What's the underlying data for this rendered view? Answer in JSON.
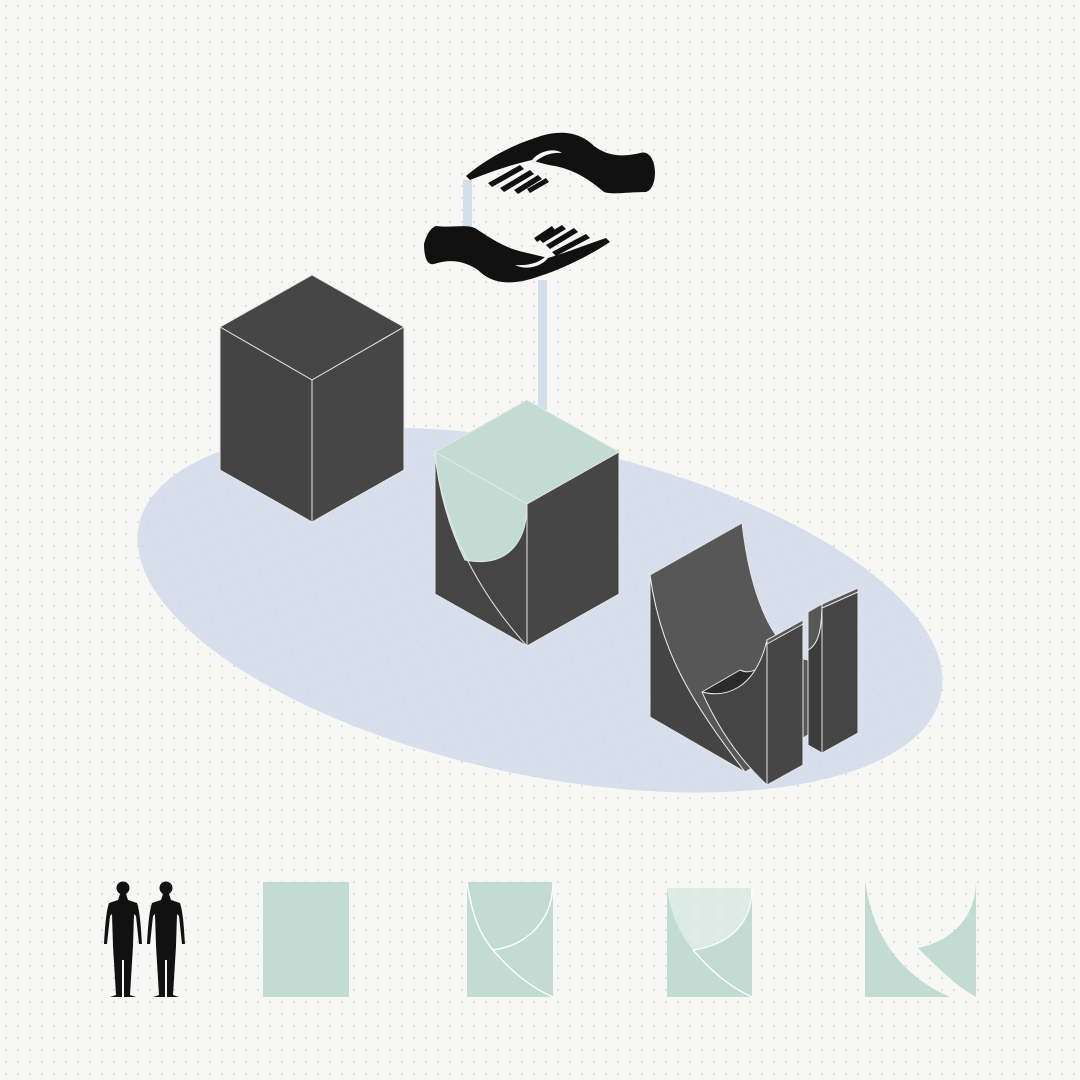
{
  "colors": {
    "background": "#f7f7f6",
    "dot": "#c9ccd0",
    "platform": "#d7dfec",
    "solid_dark": "#454545",
    "solid_mid": "#565656",
    "edge": "#e6e6e6",
    "mint": "#c2dcd4",
    "mint_light": "#d8eae4",
    "connector": "#d4deea",
    "ink": "#111111"
  },
  "icons": {
    "hands": "hands-exchange-icon",
    "people": "two-people-scale-icon"
  },
  "diagram": {
    "objects": [
      "plain-cube",
      "carved-cube",
      "split-volume"
    ],
    "sequence_steps": [
      "solid-block",
      "curved-cut",
      "shaded-removal",
      "separated-parts"
    ]
  }
}
